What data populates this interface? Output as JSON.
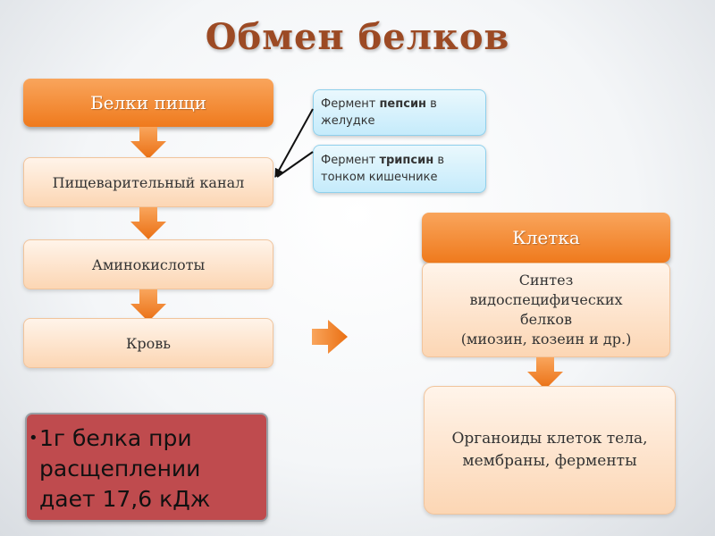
{
  "title": "Обмен белков",
  "flow_left": {
    "food_proteins": "Белки пищи",
    "digestive_canal": "Пищеварительный канал",
    "amino_acids": "Аминокислоты",
    "blood": "Кровь"
  },
  "enzymes": {
    "pepsin": {
      "prefix": "Фермент ",
      "name": "пепсин",
      "suffix": " в желудке"
    },
    "trypsin": {
      "prefix": "Фермент ",
      "name": "трипсин",
      "suffix": " в тонком кишечнике"
    }
  },
  "flow_right": {
    "cell": "Клетка",
    "synthesis_line1": "Синтез",
    "synthesis_line2": "видоспецифических",
    "synthesis_line3": "белков",
    "synthesis_line4": "(миозин, козеин и др.)",
    "organoids_line1": "Органоиды клеток тела,",
    "organoids_line2": "мембраны, ферменты"
  },
  "energy_note": {
    "bullet": "•",
    "text": "1г белка при расщеплении дает 17,6 кДж"
  },
  "colors": {
    "title": "#9c4a24",
    "orange": "#f28a2e",
    "pale_orange": "#fde2c8",
    "light_blue": "#c5ebfb",
    "red": "#bf4b4e"
  }
}
